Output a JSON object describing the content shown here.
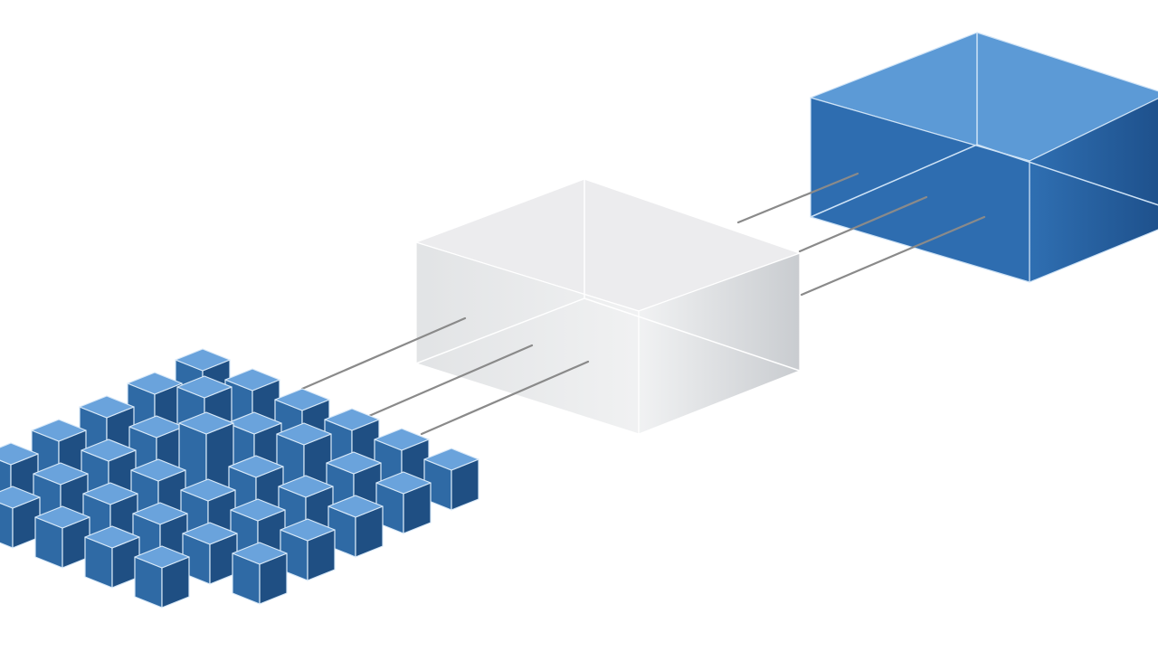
{
  "diagram": {
    "kind": "isometric-aggregation-illustration",
    "groups": [
      {
        "name": "many-small-cubes",
        "count_shown": 40,
        "color": "#2f6aa5"
      },
      {
        "name": "translucent-middle-box",
        "color": "#e6e8ea"
      },
      {
        "name": "large-blue-box",
        "color": "#2e6db0"
      }
    ],
    "connectors": {
      "count_left": 3,
      "count_right": 3,
      "color": "#8a8a8a"
    },
    "palette": {
      "cube_top": "#6aa3dc",
      "cube_left": "#2f6aa5",
      "cube_right": "#1f4f83",
      "cube_edge": "#d9e9f8",
      "big_top": "#5c9ad6",
      "big_left": "#2e6db0",
      "big_right": "#1f5596",
      "big_edge": "#cfe3f6",
      "mid_top": "#ececee",
      "mid_left": "#e1e3e5",
      "mid_right": "#d5d7da",
      "mid_edge": "#ffffff"
    }
  }
}
